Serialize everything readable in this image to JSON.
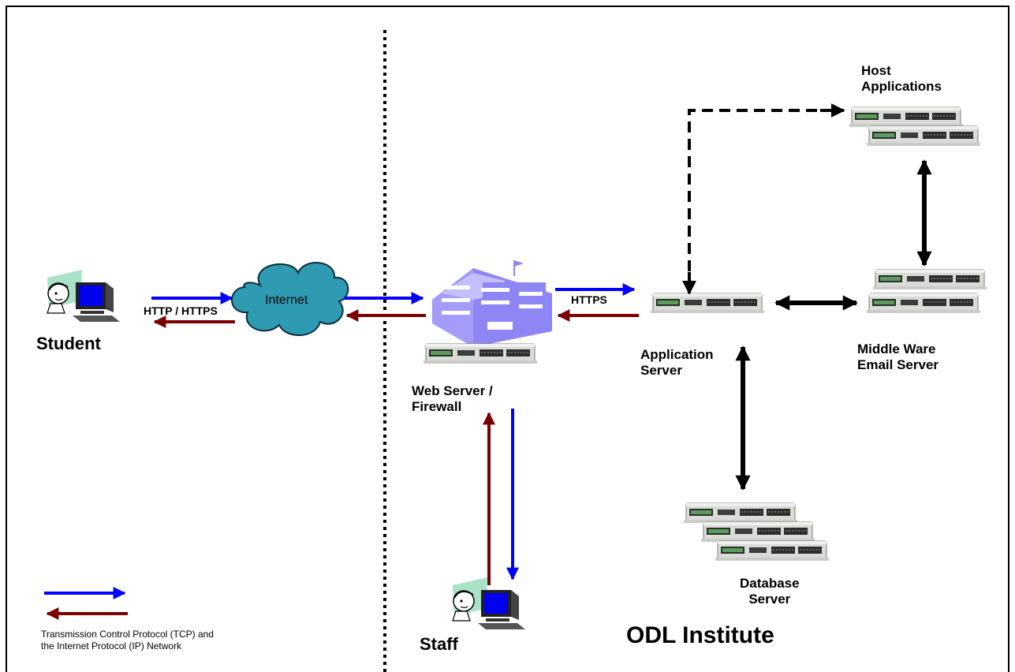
{
  "labels": {
    "student": "Student",
    "http_https": "HTTP / HTTPS",
    "internet": "Internet",
    "web_server": "Web Server /\nFirewall",
    "https": "HTTPS",
    "application_server": "Application\nServer",
    "host_applications": "Host\nApplications",
    "middleware_email": "Middle Ware\nEmail Server",
    "database_server": "Database\nServer",
    "staff": "Staff",
    "odl_institute": "ODL Institute",
    "legend": "Transmission Control Protocol (TCP) and\nthe Internet Protocol (IP) Network"
  },
  "colors": {
    "request_arrow": "#0000ff",
    "response_arrow": "#7a0000",
    "link_arrow": "#000000",
    "cloud": "#2e9bb3",
    "building": "#8e86f5"
  },
  "icons": [
    "student-computer-icon",
    "internet-cloud-icon",
    "building-icon",
    "server-icon",
    "staff-computer-icon"
  ]
}
